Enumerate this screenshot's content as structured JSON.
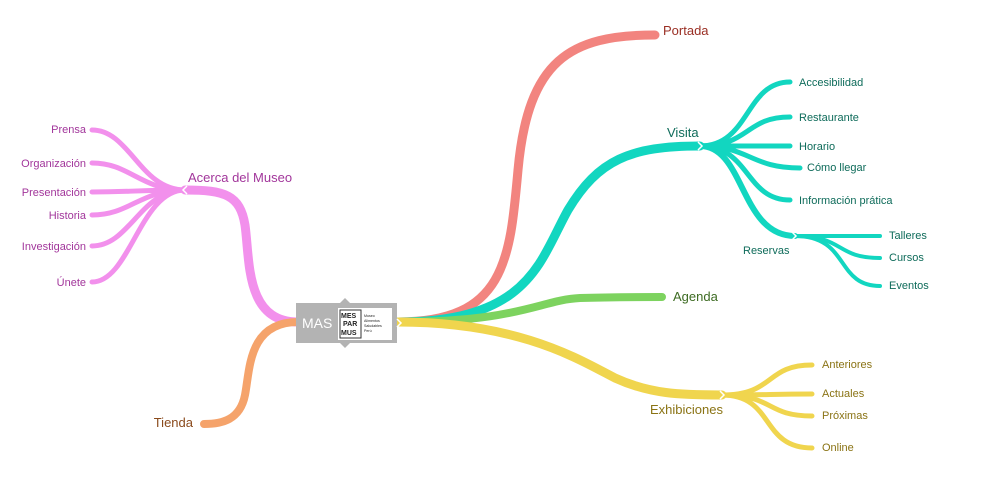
{
  "root": {
    "label": "MAS",
    "logo_lines": [
      "MES",
      "PAR",
      "MUS"
    ],
    "logo_caption": [
      "Museo",
      "Alimentos",
      "Saludables",
      "Perú"
    ]
  },
  "colors": {
    "acerca": "#f290ec",
    "tienda": "#f5a36b",
    "portada": "#f2847f",
    "visita": "#12d6c0",
    "agenda": "#7dd35f",
    "exhibiciones": "#f0d54e",
    "root_box": "#b3b3b3",
    "text_acerca": "#a2369b",
    "text_tienda": "#8a4a1c",
    "text_portada": "#9a2f24",
    "text_visita": "#0e6b5a",
    "text_agenda": "#3d6b22",
    "text_exhibiciones": "#8a7314"
  },
  "branches": {
    "acerca": {
      "label": "Acerca del Museo",
      "children": [
        "Prensa",
        "Organización",
        "Presentación",
        "Historia",
        "Investigación",
        "Únete"
      ]
    },
    "tienda": {
      "label": "Tienda"
    },
    "portada": {
      "label": "Portada"
    },
    "visita": {
      "label": "Visita",
      "children": [
        "Accesibilidad",
        "Restaurante",
        "Horario",
        "Cómo llegar",
        "Información prática"
      ],
      "reservas": {
        "label": "Reservas",
        "children": [
          "Talleres",
          "Cursos",
          "Eventos"
        ]
      }
    },
    "agenda": {
      "label": "Agenda"
    },
    "exhibiciones": {
      "label": "Exhibiciones",
      "children": [
        "Anteriores",
        "Actuales",
        "Próximas",
        "Online"
      ]
    }
  }
}
